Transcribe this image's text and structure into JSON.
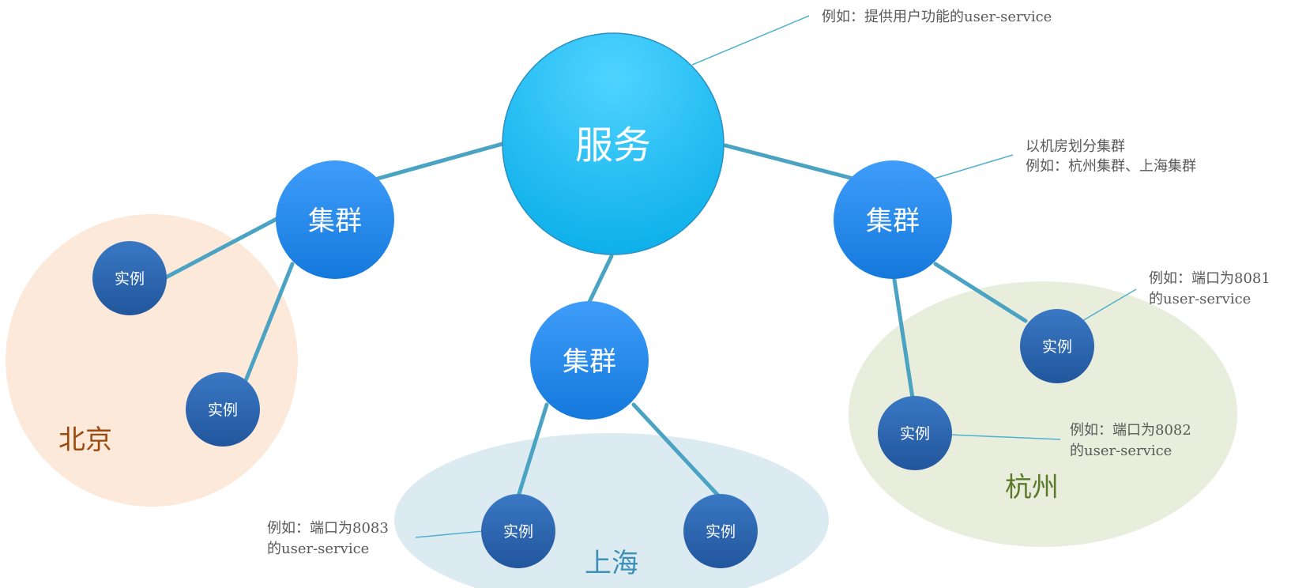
{
  "regions": {
    "beijing": {
      "label": "北京",
      "fill": "#fde9da",
      "label_color": "#9c4a10"
    },
    "shanghai": {
      "label": "上海",
      "fill": "#dcebf2",
      "label_color": "#3c8fb5"
    },
    "hangzhou": {
      "label": "杭州",
      "fill": "#e9eedc",
      "label_color": "#5a7a2a"
    }
  },
  "nodes": {
    "service": {
      "label": "服务"
    },
    "cluster_beijing": {
      "label": "集群"
    },
    "cluster_shanghai": {
      "label": "集群"
    },
    "cluster_hangzhou": {
      "label": "集群"
    },
    "instance_beijing_1": {
      "label": "实例"
    },
    "instance_beijing_2": {
      "label": "实例"
    },
    "instance_shanghai_1": {
      "label": "实例"
    },
    "instance_shanghai_2": {
      "label": "实例"
    },
    "instance_hangzhou_1": {
      "label": "实例"
    },
    "instance_hangzhou_2": {
      "label": "实例"
    }
  },
  "annotations": {
    "service": {
      "line1": "例如：提供用户功能的user-service"
    },
    "cluster": {
      "line1": "以机房划分集群",
      "line2": "例如：杭州集群、上海集群"
    },
    "instance_8081": {
      "line1": "例如：端口为8081",
      "line2": "的user-service"
    },
    "instance_8082": {
      "line1": "例如：端口为8082",
      "line2": "的user-service"
    },
    "instance_8083": {
      "line1": "例如：端口为8083",
      "line2": "的user-service"
    }
  },
  "colors": {
    "connector": "#4aa3c2",
    "annotation_line": "#4fb0cf",
    "annotation_text": "#595959"
  }
}
